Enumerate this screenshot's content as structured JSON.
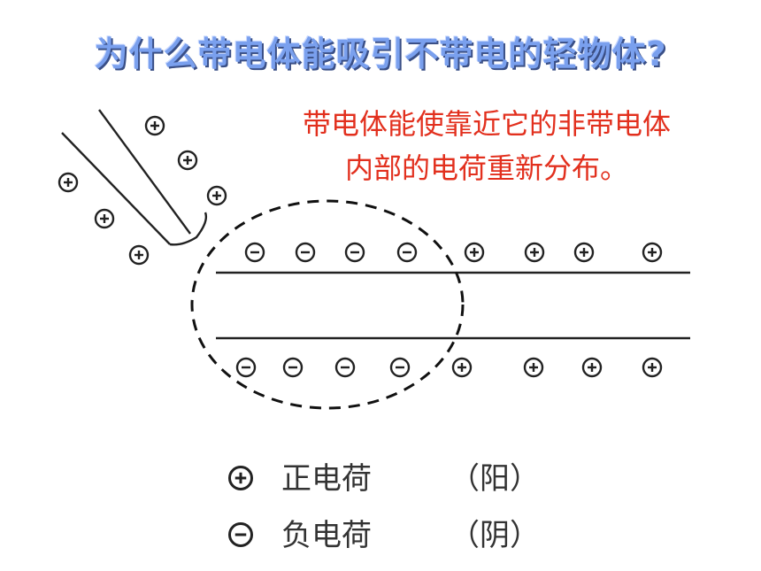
{
  "title": "为什么带电体能吸引不带电的轻物体?",
  "caption": {
    "line1": "带电体能使靠近它的非带电体",
    "line2": "内部的电荷重新分布。"
  },
  "legend": [
    {
      "symbol": "positive-charge-icon",
      "label": "正电荷",
      "note": "（阳）"
    },
    {
      "symbol": "negative-charge-icon",
      "label": "负电荷",
      "note": "（阴）"
    }
  ],
  "colors": {
    "title": "#7aa0ee",
    "caption": "#e2301e",
    "lines": "#222222"
  }
}
